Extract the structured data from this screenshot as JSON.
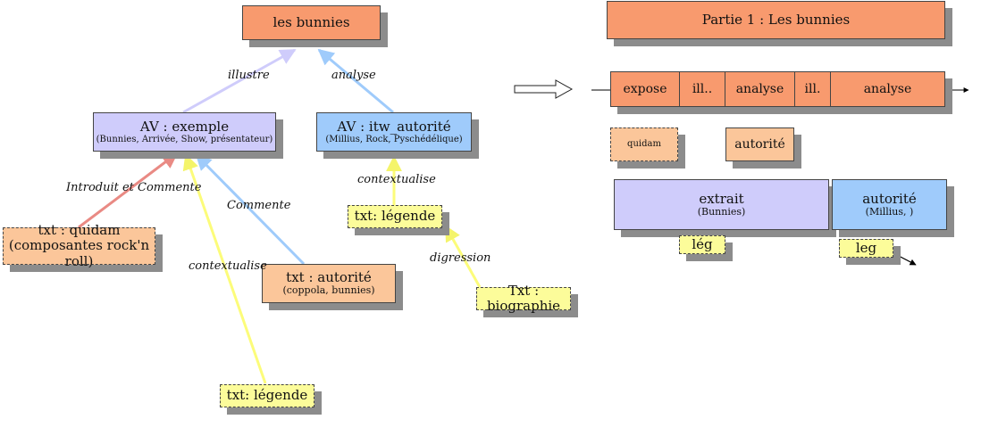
{
  "left_diagram": {
    "root": {
      "title": "les bunnies"
    },
    "av_exemple": {
      "title": "AV : exemple",
      "subtitle": "(Bunnies, Arrivée, Show, présentateur)"
    },
    "av_itw": {
      "title": "AV : itw_autorité",
      "subtitle": "(Millius, Rock, Pyschédélique)"
    },
    "txt_quidam": {
      "line1": "txt : quidam",
      "line2": "(composantes rock'n roll)"
    },
    "txt_autorite": {
      "title": "txt : autorité",
      "subtitle": "(coppola, bunnies)"
    },
    "txt_legende_top": {
      "title": "txt: légende"
    },
    "txt_biographie": {
      "title": "Txt : biographie"
    },
    "txt_legende_bottom": {
      "title": "txt: légende"
    },
    "edge_labels": {
      "illustre": "illustre",
      "analyse": "analyse",
      "introduit": "Introduit et Commente",
      "commente": "Commente",
      "contextualise_left": "contextualise",
      "contextualise_right": "contextualise",
      "digression": "digression"
    },
    "colors": {
      "red_arrow": "#e98a84",
      "lilac_arrow": "#cfccfb",
      "blue_arrow": "#9fcbfb",
      "yellow_arrow": "#fcfc7a"
    }
  },
  "right_diagram": {
    "header": {
      "title": "Partie 1 : Les bunnies"
    },
    "segments": [
      "expose",
      "ill..",
      "analyse",
      "ill.",
      "analyse"
    ],
    "quidam": {
      "title": "quidam"
    },
    "autorite_small": {
      "title": "autorité"
    },
    "extrait": {
      "title": "extrait",
      "subtitle": "(Bunnies)"
    },
    "autorite_big": {
      "title": "autorité",
      "subtitle": "(Millius, )"
    },
    "leg1": {
      "title": "lég"
    },
    "leg2": {
      "title": "leg"
    }
  }
}
